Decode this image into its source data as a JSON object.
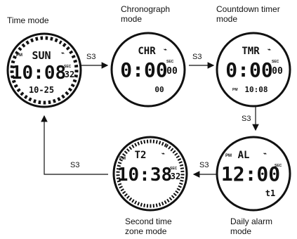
{
  "modes": [
    {
      "id": "time",
      "label": [
        "Time mode"
      ],
      "screen": {
        "top": "SUN",
        "main": "10:08",
        "sec": "32",
        "bottom": "10-25",
        "pm": "PM",
        "sec_label": "SEC"
      }
    },
    {
      "id": "chrono",
      "label": [
        "Chronograph",
        "mode"
      ],
      "screen": {
        "top": "CHR",
        "main": "0:00",
        "sec": "00",
        "bottom": "00",
        "pm": "",
        "sec_label": "SEC"
      }
    },
    {
      "id": "countdown",
      "label": [
        "Countdown timer",
        "mode"
      ],
      "screen": {
        "top": "TMR",
        "main": "0:00",
        "sec": "00",
        "bottom": "10:08",
        "pm": "PM",
        "sec_label": "SEC"
      }
    },
    {
      "id": "alarm",
      "label": [
        "Daily alarm",
        "mode"
      ],
      "screen": {
        "top": "AL",
        "main": "12:00",
        "sec": "",
        "bottom": "t1",
        "pm": "PM",
        "sec_label": "SEC"
      }
    },
    {
      "id": "t2",
      "label": [
        "Second time",
        "zone mode"
      ],
      "screen": {
        "top": "T2",
        "main": "10:38",
        "sec": "32",
        "bottom": "",
        "pm": "PM",
        "sec_label": "SEC"
      }
    }
  ],
  "button_label": "S3"
}
